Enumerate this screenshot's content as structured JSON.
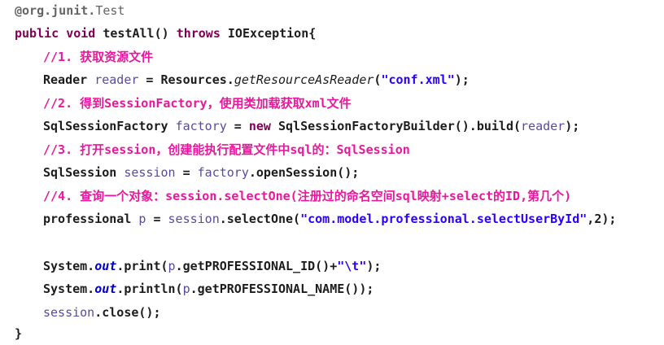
{
  "code": {
    "l1": {
      "annotation": "@org.junit.",
      "ann_name": "Test"
    },
    "l2": {
      "kw1": "public",
      "kw2": "void",
      "name": "testAll() ",
      "kw3": "throws",
      "rest": " IOException{"
    },
    "l3": {
      "comment": "//1. 获取资源文件"
    },
    "l4": {
      "t1": "Reader ",
      "var": "reader",
      "t2": " = Resources.",
      "method": "getResourceAsReader",
      "t3": "(",
      "str": "\"conf.xml\"",
      "t4": ");"
    },
    "l5": {
      "comment": "//2. 得到SessionFactory，使用类加载获取xml文件"
    },
    "l6": {
      "t1": "SqlSessionFactory ",
      "var": "factory",
      "t2": " = ",
      "kw": "new",
      "t3": " SqlSessionFactoryBuilder().build(",
      "var2": "reader",
      "t4": ");"
    },
    "l7": {
      "comment": "//3. 打开session，创建能执行配置文件中sql的：SqlSession"
    },
    "l8": {
      "t1": "SqlSession ",
      "var": "session",
      "t2": " = ",
      "var2": "factory",
      "t3": ".openSession();"
    },
    "l9": {
      "comment": "//4. 查询一个对象：session.selectOne(注册过的命名空间sql映射+select的ID,第几个)"
    },
    "l10": {
      "t1": "professional ",
      "var": "p",
      "t2": " = ",
      "var2": "session",
      "t3": ".selectOne(",
      "str": "\"com.model.professional.selectUserById\"",
      "t4": ",2);"
    },
    "l12": {
      "t1": "System.",
      "field": "out",
      "t2": ".print(",
      "var": "p",
      "t3": ".getPROFESSIONAL_ID()+",
      "str": "\"\\t\"",
      "t4": ");"
    },
    "l13": {
      "t1": "System.",
      "field": "out",
      "t2": ".println(",
      "var": "p",
      "t3": ".getPROFESSIONAL_NAME());"
    },
    "l14": {
      "var": "session",
      "t1": ".close();"
    },
    "l15": {
      "brace": "}"
    }
  }
}
